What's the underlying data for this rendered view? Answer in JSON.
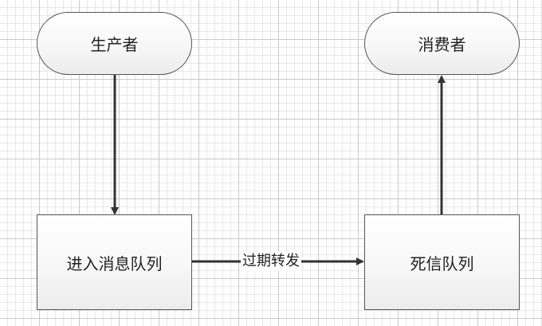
{
  "nodes": {
    "producer": "生产者",
    "queue": "进入消息队列",
    "dead_letter_queue": "死信队列",
    "consumer": "消费者"
  },
  "edges": {
    "expire_forward": "过期转发"
  }
}
